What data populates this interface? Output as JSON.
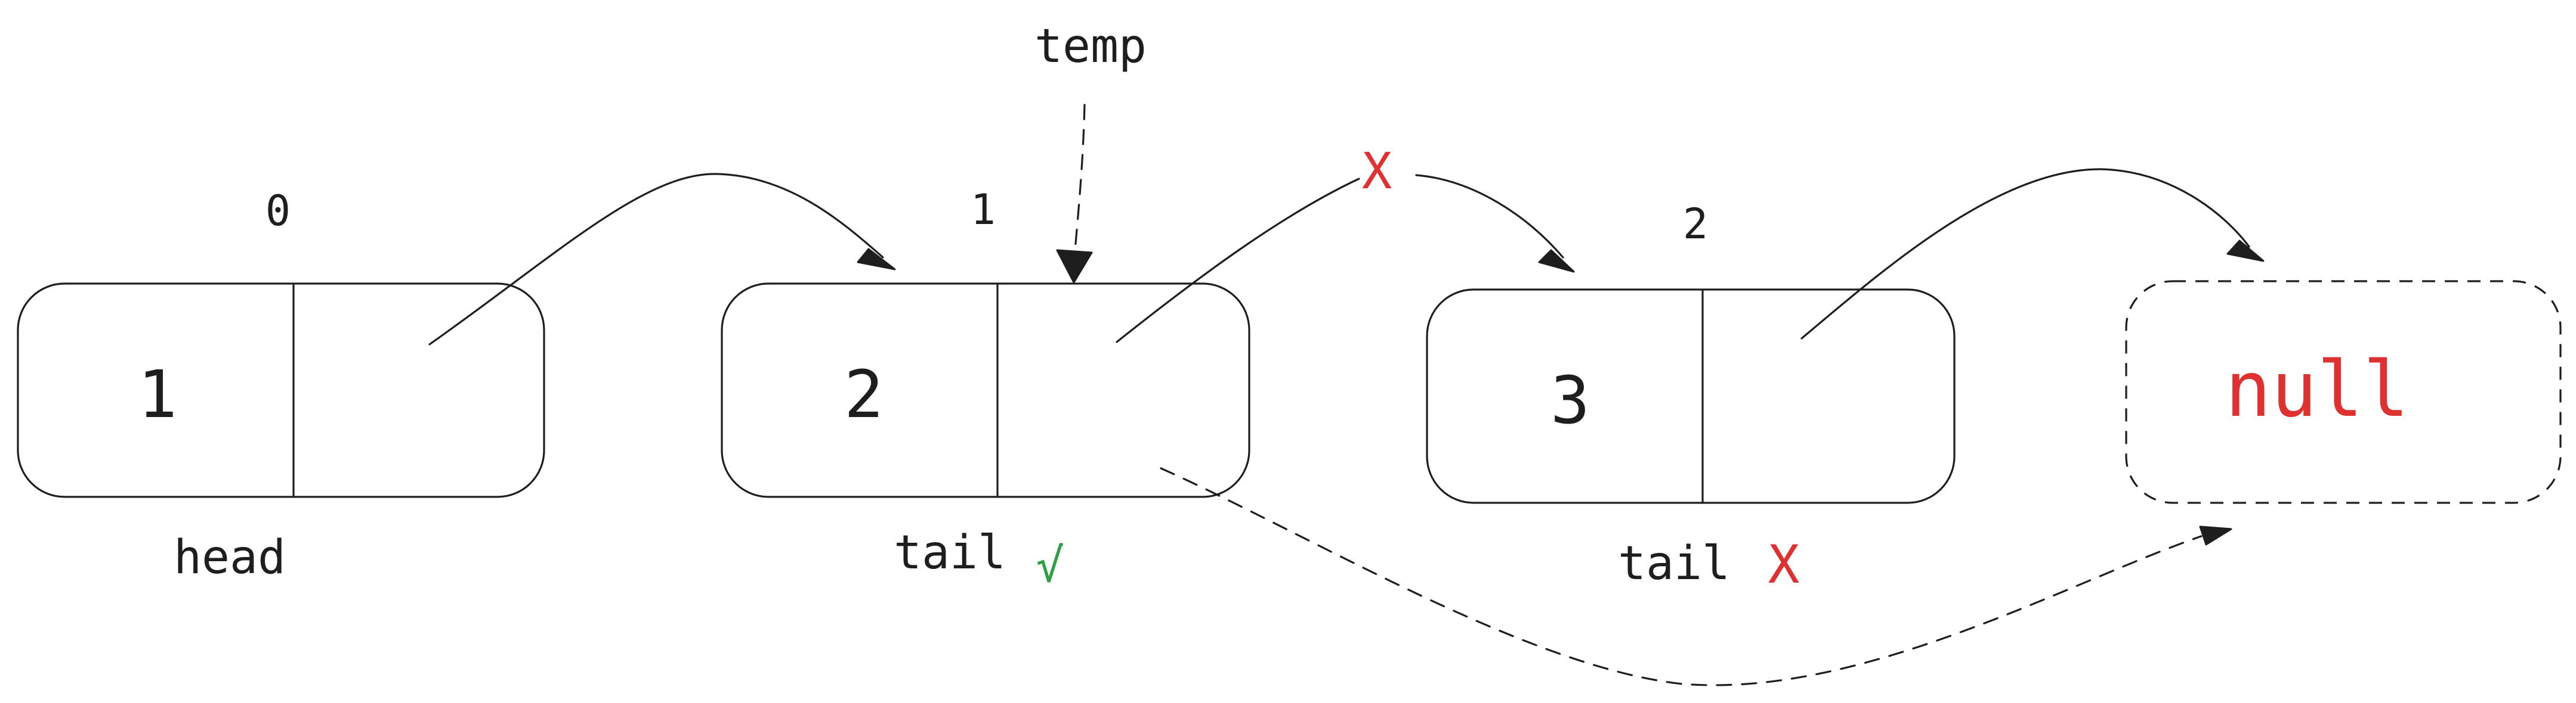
{
  "nodes": [
    {
      "value": "1",
      "index": "0"
    },
    {
      "value": "2",
      "index": "1"
    },
    {
      "value": "3",
      "index": "2"
    }
  ],
  "null_node": {
    "value": "null"
  },
  "labels": {
    "head": "head",
    "tail_valid": "tail",
    "tail_invalid": "tail",
    "temp": "temp"
  },
  "marks": {
    "check": "√",
    "cross_on_link": "X",
    "cross_on_tail": "X"
  },
  "colors": {
    "stroke": "#1e1e1e",
    "null_text": "#e03131",
    "cross": "#e03131",
    "check": "#2f9e44"
  }
}
